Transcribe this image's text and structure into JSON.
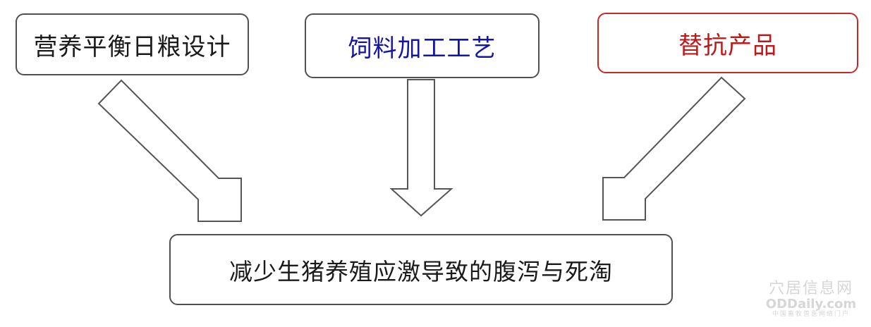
{
  "boxes": {
    "top_left": {
      "label": "营养平衡日粮设计",
      "color": "#1a1a1a",
      "border": "#505050"
    },
    "top_center": {
      "label": "饲料加工工艺",
      "color": "#1414a8",
      "border": "#505050"
    },
    "top_right": {
      "label": "替抗产品",
      "color": "#c01818",
      "border": "#c82828"
    },
    "bottom": {
      "label": "减少生猪养殖应激导致的腹泻与死淘",
      "color": "#1a1a1a",
      "border": "#505050"
    }
  },
  "arrow_color": "#555555",
  "watermark": {
    "line1": "穴居信息网",
    "line2": "ODDaily.com",
    "line3": "中国畜牧兽医网络门户"
  }
}
